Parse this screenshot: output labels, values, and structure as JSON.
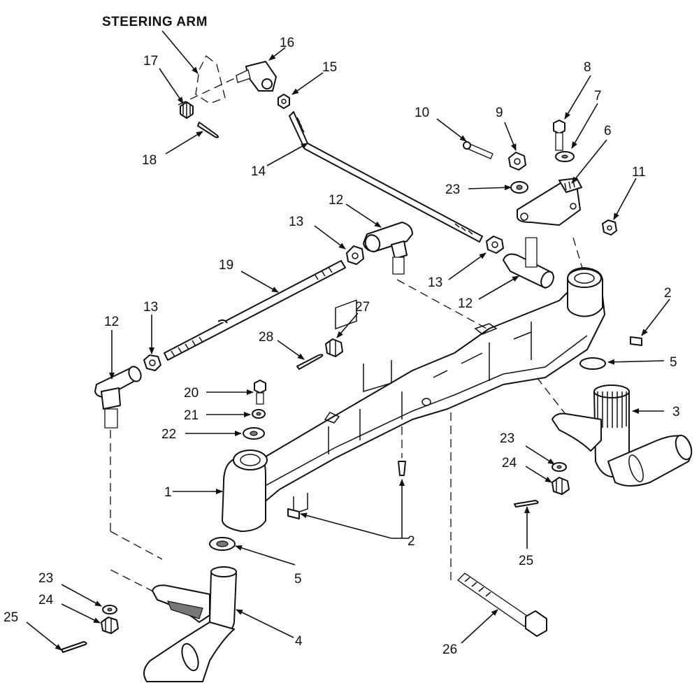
{
  "title": "STEERING ARM",
  "callouts": {
    "c1": "1",
    "c2a": "2",
    "c2b": "2",
    "c3": "3",
    "c4": "4",
    "c5a": "5",
    "c5b": "5",
    "c6": "6",
    "c7": "7",
    "c8": "8",
    "c9": "9",
    "c10": "10",
    "c11": "11",
    "c12a": "12",
    "c12b": "12",
    "c12c": "12",
    "c13a": "13",
    "c13b": "13",
    "c13c": "13",
    "c14": "14",
    "c15": "15",
    "c16": "16",
    "c17": "17",
    "c18": "18",
    "c19": "19",
    "c20": "20",
    "c21": "21",
    "c22": "22",
    "c23a": "23",
    "c23b": "23",
    "c23c": "23",
    "c24a": "24",
    "c24b": "24",
    "c25a": "25",
    "c25b": "25",
    "c26": "26",
    "c27": "27",
    "c28": "28"
  }
}
